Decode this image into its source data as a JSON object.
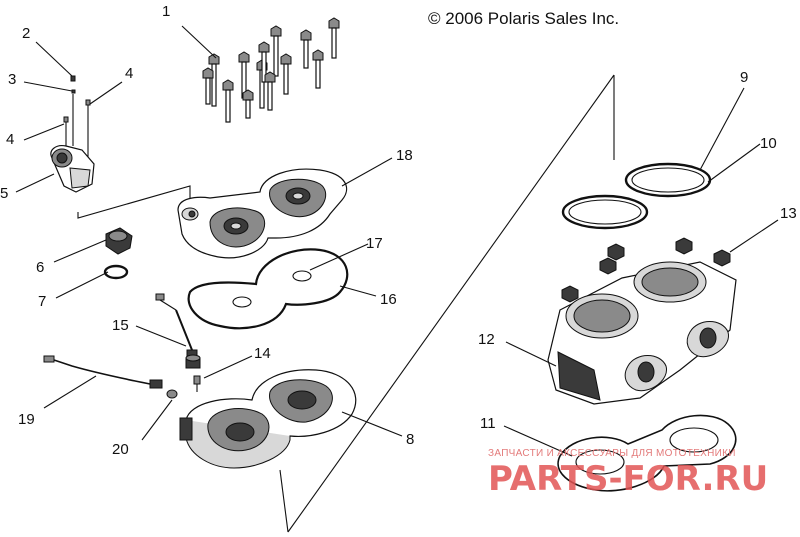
{
  "copyright": "© 2006 Polaris Sales Inc.",
  "watermark": {
    "small": "ЗАПЧАСТИ И АКСЕССУАРЫ ДЛЯ МОТОТЕХНИКИ",
    "big": "PARTS-FOR.RU",
    "color": "#e25555"
  },
  "callouts": [
    "1",
    "2",
    "3",
    "4",
    "4",
    "5",
    "6",
    "7",
    "8",
    "9",
    "10",
    "11",
    "12",
    "13",
    "14",
    "15",
    "16",
    "17",
    "18",
    "19",
    "20"
  ]
}
